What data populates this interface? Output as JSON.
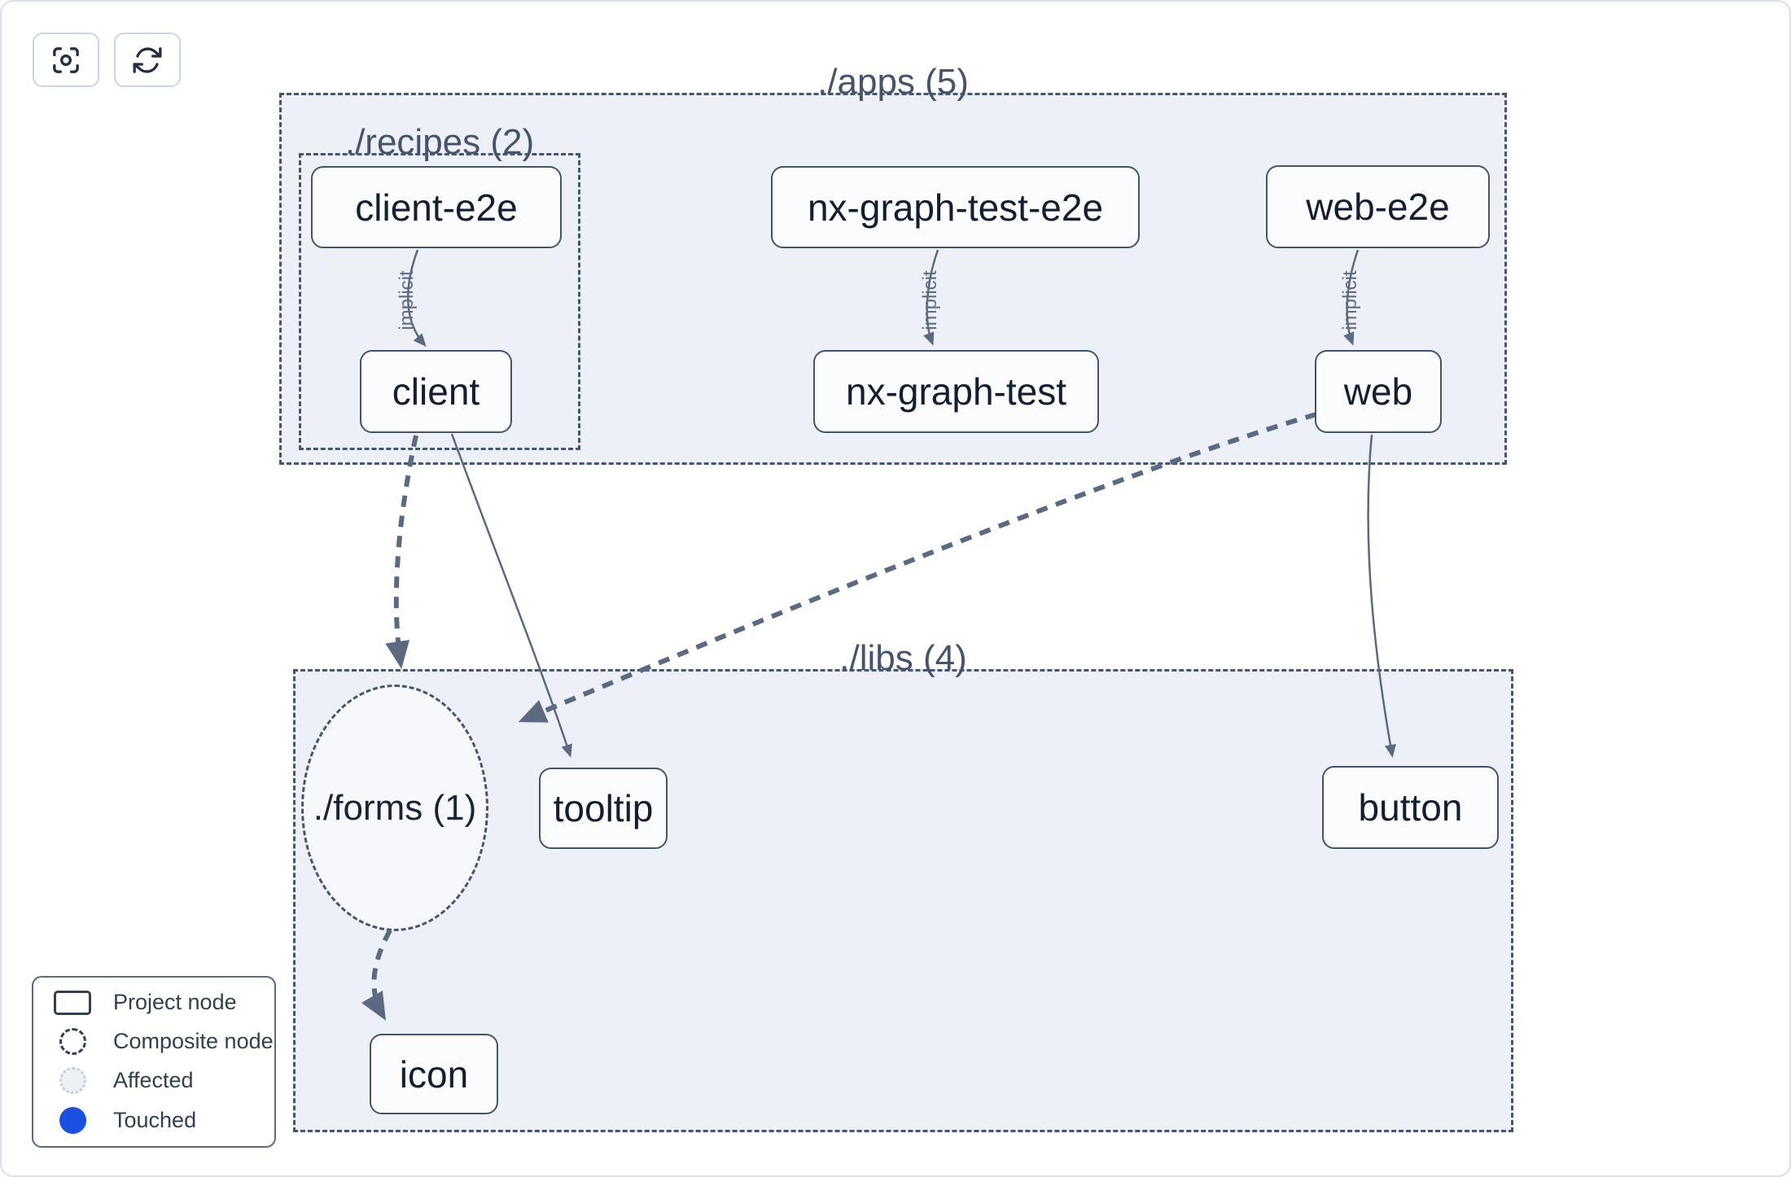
{
  "toolbar": {
    "buttons": [
      {
        "name": "focus",
        "icon": "scan-focus-icon"
      },
      {
        "name": "refresh",
        "icon": "refresh-icon"
      }
    ]
  },
  "graph": {
    "groups": {
      "apps": "./apps (5)",
      "recipes": "./recipes (2)",
      "libs": "./libs (4)"
    },
    "composites": {
      "forms": "./forms (1)"
    },
    "nodes": {
      "client_e2e": "client-e2e",
      "client": "client",
      "nx_graph_test_e2e": "nx-graph-test-e2e",
      "nx_graph_test": "nx-graph-test",
      "web_e2e": "web-e2e",
      "web": "web",
      "tooltip": "tooltip",
      "button": "button",
      "icon": "icon"
    },
    "edges": [
      {
        "from": "client-e2e",
        "to": "client",
        "type": "implicit",
        "label": "implicit"
      },
      {
        "from": "nx-graph-test-e2e",
        "to": "nx-graph-test",
        "type": "implicit",
        "label": "implicit"
      },
      {
        "from": "web-e2e",
        "to": "web",
        "type": "implicit",
        "label": "implicit"
      },
      {
        "from": "client",
        "to": "./forms (1)",
        "type": "collapsed-dashed",
        "label": ""
      },
      {
        "from": "client",
        "to": "tooltip",
        "type": "static",
        "label": ""
      },
      {
        "from": "web",
        "to": "./forms (1)",
        "type": "collapsed-dashed",
        "label": ""
      },
      {
        "from": "web",
        "to": "button",
        "type": "static",
        "label": ""
      },
      {
        "from": "./forms (1)",
        "to": "icon",
        "type": "collapsed-dashed",
        "label": ""
      }
    ]
  },
  "legend": {
    "items": [
      {
        "swatch": "project-node-swatch",
        "label": "Project node"
      },
      {
        "swatch": "composite-node-swatch",
        "label": "Composite node"
      },
      {
        "swatch": "affected-swatch",
        "label": "Affected"
      },
      {
        "swatch": "touched-swatch",
        "label": "Touched"
      }
    ]
  },
  "colors": {
    "group_fill": "#edf1f7",
    "group_border": "#48556c",
    "node_fill": "#fbfcfe",
    "node_border": "#46536b",
    "edge": "#5b6a81",
    "touched_blue": "#1b4fe0",
    "affected_fill": "#edf0f5"
  }
}
